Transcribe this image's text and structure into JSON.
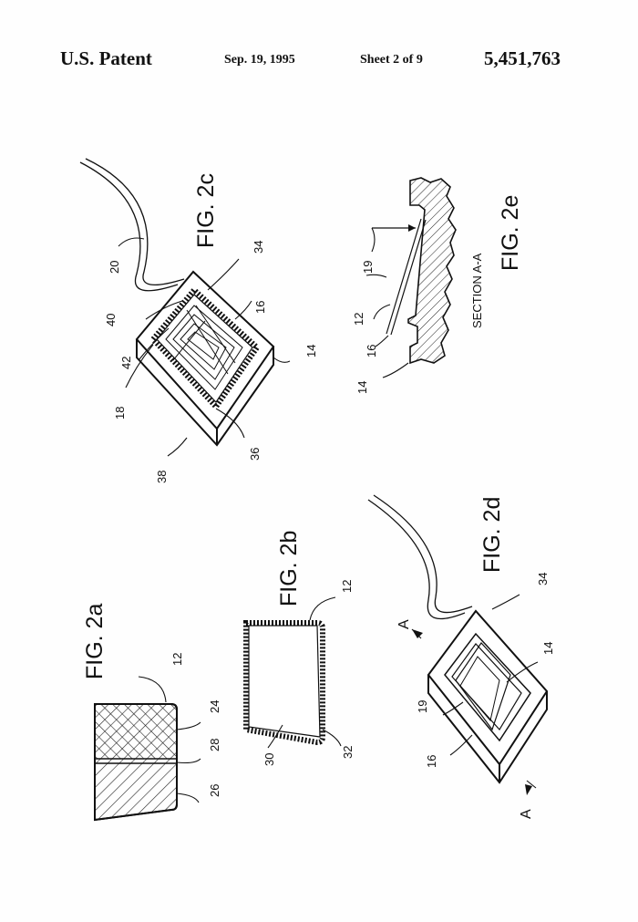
{
  "header": {
    "title": "U.S. Patent",
    "date": "Sep. 19, 1995",
    "sheet": "Sheet 2 of 9",
    "patent_number": "5,451,763"
  },
  "figures": {
    "fig2a": {
      "caption": "FIG. 2a",
      "refs": [
        "12",
        "24",
        "28",
        "26"
      ]
    },
    "fig2b": {
      "caption": "FIG. 2b",
      "refs": [
        "12",
        "30",
        "32"
      ]
    },
    "fig2c": {
      "caption": "FIG. 2c",
      "refs": [
        "20",
        "34",
        "40",
        "42",
        "18",
        "16",
        "14",
        "36",
        "38"
      ]
    },
    "fig2d": {
      "caption": "FIG. 2d",
      "refs": [
        "34",
        "14",
        "19",
        "16"
      ],
      "section_marks": [
        "A",
        "A"
      ]
    },
    "fig2e": {
      "caption": "FIG. 2e",
      "section": "SECTION A-A",
      "refs": [
        "19",
        "12",
        "16",
        "14"
      ]
    }
  }
}
